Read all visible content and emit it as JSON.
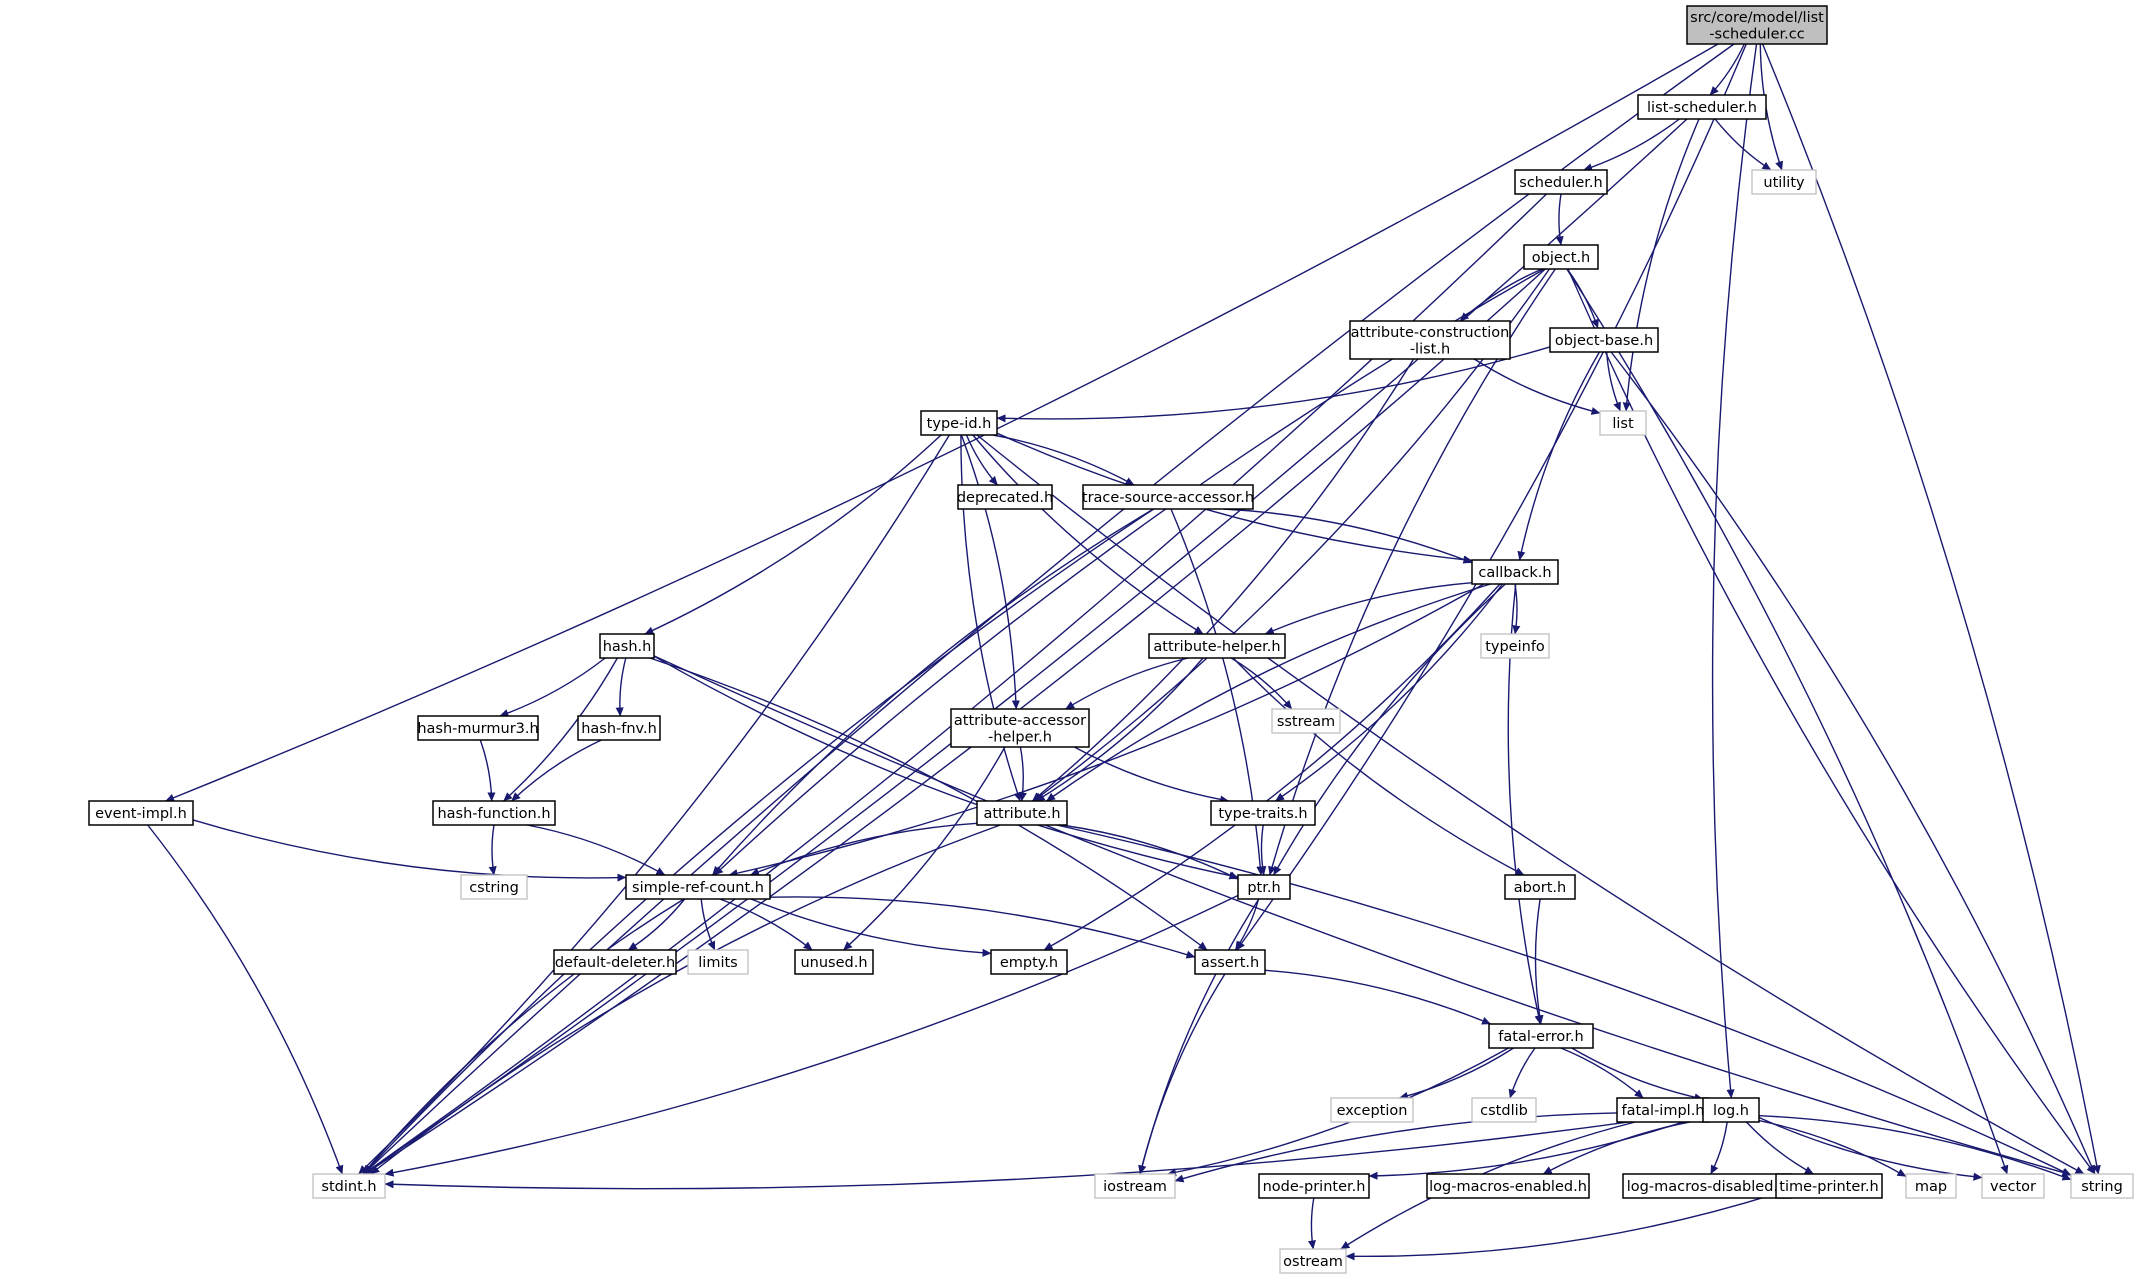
{
  "diagram": {
    "colors": {
      "edge": "#191970",
      "root_fill": "#bfbfbf",
      "node_border": "#000000",
      "system_border": "#bfbfbf"
    },
    "nodes": [
      {
        "id": "root",
        "lines": [
          "src/core/model/list",
          "-scheduler.cc"
        ],
        "kind": "root"
      },
      {
        "id": "list_scheduler_h",
        "lines": [
          "list-scheduler.h"
        ],
        "kind": "local"
      },
      {
        "id": "utility",
        "lines": [
          "utility"
        ],
        "kind": "system"
      },
      {
        "id": "scheduler_h",
        "lines": [
          "scheduler.h"
        ],
        "kind": "local"
      },
      {
        "id": "object_h",
        "lines": [
          "object.h"
        ],
        "kind": "local"
      },
      {
        "id": "attr_construction",
        "lines": [
          "attribute-construction",
          "-list.h"
        ],
        "kind": "local"
      },
      {
        "id": "object_base_h",
        "lines": [
          "object-base.h"
        ],
        "kind": "local"
      },
      {
        "id": "list",
        "lines": [
          "list"
        ],
        "kind": "system"
      },
      {
        "id": "type_id_h",
        "lines": [
          "type-id.h"
        ],
        "kind": "local"
      },
      {
        "id": "deprecated_h",
        "lines": [
          "deprecated.h"
        ],
        "kind": "local"
      },
      {
        "id": "trace_source",
        "lines": [
          "trace-source-accessor.h"
        ],
        "kind": "local"
      },
      {
        "id": "callback_h",
        "lines": [
          "callback.h"
        ],
        "kind": "local"
      },
      {
        "id": "typeinfo",
        "lines": [
          "typeinfo"
        ],
        "kind": "system"
      },
      {
        "id": "hash_h",
        "lines": [
          "hash.h"
        ],
        "kind": "local"
      },
      {
        "id": "attr_helper_h",
        "lines": [
          "attribute-helper.h"
        ],
        "kind": "local"
      },
      {
        "id": "sstream",
        "lines": [
          "sstream"
        ],
        "kind": "system"
      },
      {
        "id": "hash_murmur3",
        "lines": [
          "hash-murmur3.h"
        ],
        "kind": "local"
      },
      {
        "id": "hash_fnv",
        "lines": [
          "hash-fnv.h"
        ],
        "kind": "local"
      },
      {
        "id": "attr_accessor",
        "lines": [
          "attribute-accessor",
          "-helper.h"
        ],
        "kind": "local"
      },
      {
        "id": "event_impl",
        "lines": [
          "event-impl.h"
        ],
        "kind": "local"
      },
      {
        "id": "hash_function",
        "lines": [
          "hash-function.h"
        ],
        "kind": "local"
      },
      {
        "id": "attribute_h",
        "lines": [
          "attribute.h"
        ],
        "kind": "local"
      },
      {
        "id": "type_traits",
        "lines": [
          "type-traits.h"
        ],
        "kind": "local"
      },
      {
        "id": "cstring",
        "lines": [
          "cstring"
        ],
        "kind": "system"
      },
      {
        "id": "simple_ref",
        "lines": [
          "simple-ref-count.h"
        ],
        "kind": "local"
      },
      {
        "id": "ptr_h",
        "lines": [
          "ptr.h"
        ],
        "kind": "local"
      },
      {
        "id": "abort_h",
        "lines": [
          "abort.h"
        ],
        "kind": "local"
      },
      {
        "id": "default_deleter",
        "lines": [
          "default-deleter.h"
        ],
        "kind": "local"
      },
      {
        "id": "limits",
        "lines": [
          "limits"
        ],
        "kind": "system"
      },
      {
        "id": "unused_h",
        "lines": [
          "unused.h"
        ],
        "kind": "local"
      },
      {
        "id": "empty_h",
        "lines": [
          "empty.h"
        ],
        "kind": "local"
      },
      {
        "id": "assert_h",
        "lines": [
          "assert.h"
        ],
        "kind": "local"
      },
      {
        "id": "fatal_error",
        "lines": [
          "fatal-error.h"
        ],
        "kind": "local"
      },
      {
        "id": "exception",
        "lines": [
          "exception"
        ],
        "kind": "system"
      },
      {
        "id": "cstdlib",
        "lines": [
          "cstdlib"
        ],
        "kind": "system"
      },
      {
        "id": "fatal_impl",
        "lines": [
          "fatal-impl.h"
        ],
        "kind": "local"
      },
      {
        "id": "log_h",
        "lines": [
          "log.h"
        ],
        "kind": "local"
      },
      {
        "id": "stdint",
        "lines": [
          "stdint.h"
        ],
        "kind": "system"
      },
      {
        "id": "iostream",
        "lines": [
          "iostream"
        ],
        "kind": "system"
      },
      {
        "id": "node_printer",
        "lines": [
          "node-printer.h"
        ],
        "kind": "local"
      },
      {
        "id": "log_enabled",
        "lines": [
          "log-macros-enabled.h"
        ],
        "kind": "local"
      },
      {
        "id": "log_disabled",
        "lines": [
          "log-macros-disabled.h"
        ],
        "kind": "local"
      },
      {
        "id": "time_printer",
        "lines": [
          "time-printer.h"
        ],
        "kind": "local"
      },
      {
        "id": "map",
        "lines": [
          "map"
        ],
        "kind": "system"
      },
      {
        "id": "vector",
        "lines": [
          "vector"
        ],
        "kind": "system"
      },
      {
        "id": "string",
        "lines": [
          "string"
        ],
        "kind": "system"
      },
      {
        "id": "ostream",
        "lines": [
          "ostream"
        ],
        "kind": "system"
      }
    ],
    "edges": [
      [
        "root",
        "list_scheduler_h"
      ],
      [
        "root",
        "utility"
      ],
      [
        "root",
        "event_impl"
      ],
      [
        "root",
        "stdint"
      ],
      [
        "root",
        "assert_h"
      ],
      [
        "root",
        "log_h"
      ],
      [
        "root",
        "string"
      ],
      [
        "list_scheduler_h",
        "utility"
      ],
      [
        "list_scheduler_h",
        "scheduler_h"
      ],
      [
        "list_scheduler_h",
        "list"
      ],
      [
        "list_scheduler_h",
        "stdint"
      ],
      [
        "scheduler_h",
        "object_h"
      ],
      [
        "scheduler_h",
        "stdint"
      ],
      [
        "object_h",
        "attr_construction"
      ],
      [
        "object_h",
        "object_base_h"
      ],
      [
        "object_h",
        "simple_ref"
      ],
      [
        "object_h",
        "attribute_h"
      ],
      [
        "object_h",
        "ptr_h"
      ],
      [
        "object_h",
        "stdint"
      ],
      [
        "object_h",
        "string"
      ],
      [
        "object_h",
        "vector"
      ],
      [
        "attr_construction",
        "list"
      ],
      [
        "attr_construction",
        "attribute_h"
      ],
      [
        "object_base_h",
        "list"
      ],
      [
        "object_base_h",
        "type_id_h"
      ],
      [
        "object_base_h",
        "callback_h"
      ],
      [
        "object_base_h",
        "string"
      ],
      [
        "type_id_h",
        "deprecated_h"
      ],
      [
        "type_id_h",
        "trace_source"
      ],
      [
        "type_id_h",
        "callback_h"
      ],
      [
        "type_id_h",
        "hash_h"
      ],
      [
        "type_id_h",
        "attr_helper_h"
      ],
      [
        "type_id_h",
        "attr_accessor"
      ],
      [
        "type_id_h",
        "attribute_h"
      ],
      [
        "type_id_h",
        "stdint"
      ],
      [
        "type_id_h",
        "string"
      ],
      [
        "trace_source",
        "callback_h"
      ],
      [
        "trace_source",
        "simple_ref"
      ],
      [
        "trace_source",
        "ptr_h"
      ],
      [
        "trace_source",
        "stdint"
      ],
      [
        "callback_h",
        "typeinfo"
      ],
      [
        "callback_h",
        "attr_helper_h"
      ],
      [
        "callback_h",
        "simple_ref"
      ],
      [
        "callback_h",
        "attribute_h"
      ],
      [
        "callback_h",
        "type_traits"
      ],
      [
        "callback_h",
        "ptr_h"
      ],
      [
        "callback_h",
        "empty_h"
      ],
      [
        "callback_h",
        "fatal_error"
      ],
      [
        "hash_h",
        "hash_murmur3"
      ],
      [
        "hash_h",
        "hash_fnv"
      ],
      [
        "hash_h",
        "hash_function"
      ],
      [
        "hash_h",
        "ptr_h"
      ],
      [
        "hash_h",
        "assert_h"
      ],
      [
        "hash_h",
        "string"
      ],
      [
        "attr_helper_h",
        "sstream"
      ],
      [
        "attr_helper_h",
        "attr_accessor"
      ],
      [
        "attr_helper_h",
        "attribute_h"
      ],
      [
        "attr_helper_h",
        "abort_h"
      ],
      [
        "hash_murmur3",
        "hash_function"
      ],
      [
        "hash_fnv",
        "hash_function"
      ],
      [
        "attr_accessor",
        "attribute_h"
      ],
      [
        "attr_accessor",
        "type_traits"
      ],
      [
        "attr_accessor",
        "unused_h"
      ],
      [
        "event_impl",
        "simple_ref"
      ],
      [
        "event_impl",
        "stdint"
      ],
      [
        "hash_function",
        "cstring"
      ],
      [
        "hash_function",
        "simple_ref"
      ],
      [
        "attribute_h",
        "simple_ref"
      ],
      [
        "attribute_h",
        "ptr_h"
      ],
      [
        "attribute_h",
        "stdint"
      ],
      [
        "attribute_h",
        "string"
      ],
      [
        "type_traits",
        "ptr_h"
      ],
      [
        "simple_ref",
        "default_deleter"
      ],
      [
        "simple_ref",
        "limits"
      ],
      [
        "simple_ref",
        "unused_h"
      ],
      [
        "simple_ref",
        "empty_h"
      ],
      [
        "simple_ref",
        "assert_h"
      ],
      [
        "simple_ref",
        "stdint"
      ],
      [
        "ptr_h",
        "assert_h"
      ],
      [
        "ptr_h",
        "iostream"
      ],
      [
        "ptr_h",
        "stdint"
      ],
      [
        "abort_h",
        "fatal_error"
      ],
      [
        "assert_h",
        "fatal_error"
      ],
      [
        "assert_h",
        "iostream"
      ],
      [
        "fatal_error",
        "exception"
      ],
      [
        "fatal_error",
        "cstdlib"
      ],
      [
        "fatal_error",
        "fatal_impl"
      ],
      [
        "fatal_error",
        "log_h"
      ],
      [
        "fatal_error",
        "iostream"
      ],
      [
        "fatal_impl",
        "ostream"
      ],
      [
        "log_h",
        "stdint"
      ],
      [
        "log_h",
        "iostream"
      ],
      [
        "log_h",
        "node_printer"
      ],
      [
        "log_h",
        "log_enabled"
      ],
      [
        "log_h",
        "log_disabled"
      ],
      [
        "log_h",
        "time_printer"
      ],
      [
        "log_h",
        "map"
      ],
      [
        "log_h",
        "vector"
      ],
      [
        "log_h",
        "string"
      ],
      [
        "node_printer",
        "ostream"
      ],
      [
        "time_printer",
        "ostream"
      ]
    ]
  }
}
